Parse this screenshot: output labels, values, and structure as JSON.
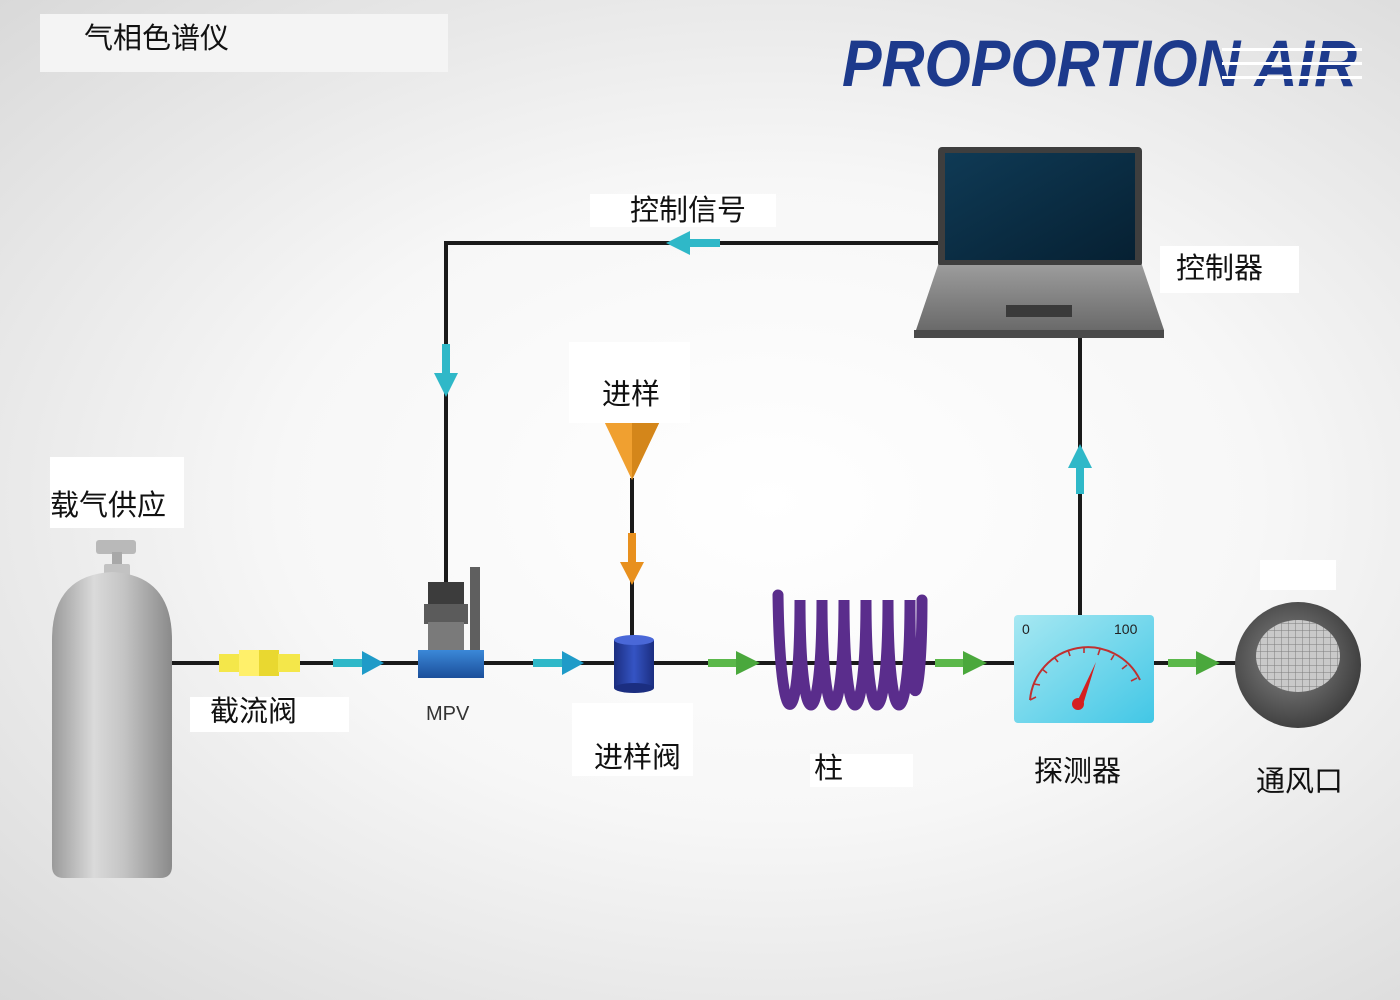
{
  "title": "气相色谱仪",
  "brand": {
    "logo_text": "PROPORTION AIR",
    "color": "#1d3a8c"
  },
  "labels": {
    "carrier_gas": "载气供应",
    "throttle_valve": "截流阀",
    "mpv": "MPV",
    "sample_inlet": "进样",
    "sample_valve": "进样阀",
    "column": "柱",
    "detector": "探测器",
    "vent": "通风口",
    "controller": "控制器",
    "control_signal": "控制信号"
  },
  "gauge": {
    "min": "0",
    "max": "100"
  },
  "colors": {
    "line": "#1a1a1a",
    "arrow_cyan": "#2fb8c8",
    "arrow_green": "#5bb84a",
    "arrow_orange": "#e8901e",
    "column_purple": "#5a2d8c",
    "mpv_blue": "#2a6fc2",
    "sample_valve_blue": "#2744a8"
  }
}
